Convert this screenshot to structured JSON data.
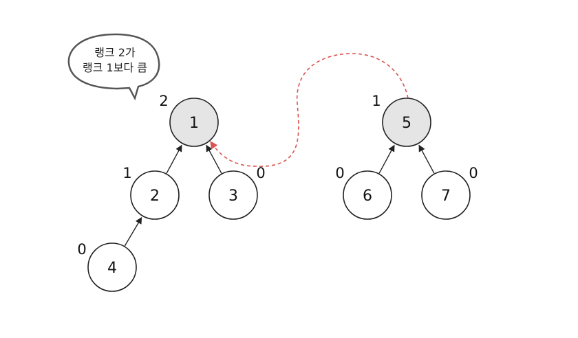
{
  "bubble": {
    "line1": "랭크 2가",
    "line2": "랭크 1보다 큼"
  },
  "colors": {
    "node_fill_default": "#ffffff",
    "node_fill_root": "#e5e5e5",
    "edge": "#222222",
    "union_link": "#d9534f"
  },
  "nodes": [
    {
      "id": "1",
      "label": "1",
      "rank": "2",
      "root": true
    },
    {
      "id": "2",
      "label": "2",
      "rank": "1",
      "root": false
    },
    {
      "id": "3",
      "label": "3",
      "rank": "0",
      "root": false
    },
    {
      "id": "4",
      "label": "4",
      "rank": "0",
      "root": false
    },
    {
      "id": "5",
      "label": "5",
      "rank": "1",
      "root": true
    },
    {
      "id": "6",
      "label": "6",
      "rank": "0",
      "root": false
    },
    {
      "id": "7",
      "label": "7",
      "rank": "0",
      "root": false
    }
  ],
  "edges": [
    {
      "from": "2",
      "to": "1"
    },
    {
      "from": "3",
      "to": "1"
    },
    {
      "from": "4",
      "to": "2"
    },
    {
      "from": "6",
      "to": "5"
    },
    {
      "from": "7",
      "to": "5"
    }
  ],
  "union_link": {
    "from": "5",
    "to": "1",
    "style": "dashed"
  }
}
